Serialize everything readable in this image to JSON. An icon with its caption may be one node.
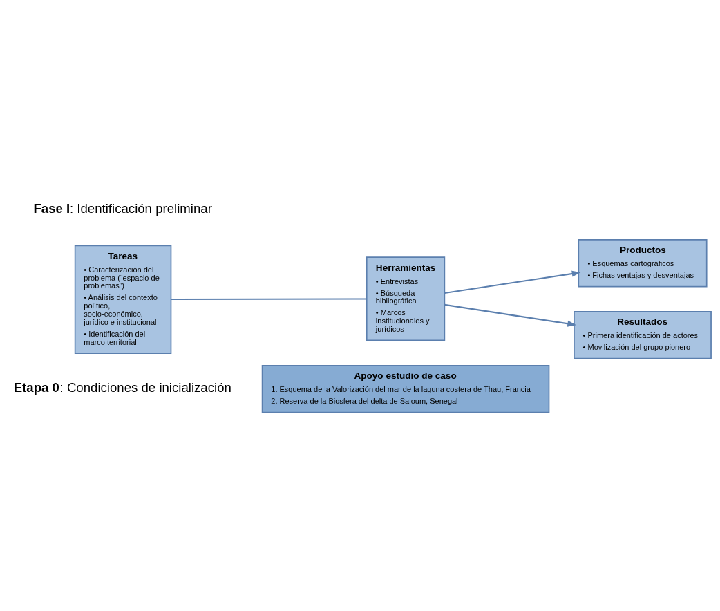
{
  "diagram": {
    "nodes": [
      {
        "text": [
          "Tareas",
          "• Caracterización del problema (“espacio de problemas”)",
          "• Análisis del contexto político, socio-económico, jurídico e institucional",
          "• Identificación del marco territorial"
        ]
      },
      {
        "text": [
          "Herramientas",
          "• Entrevistas",
          "• Búsqueda bibliográfica",
          "• Marcos institucionales y jurídicos"
        ]
      },
      {
        "text": [
          "Productos",
          "• Esquemas cartográficos",
          "• Fichas ventajas y desventajas"
        ]
      },
      {
        "text": [
          "Resultados",
          "• Primera identificación de actores",
          "• Movilización del grupo pionero"
        ]
      },
      {
        "text": [
          "Apoyo estudio de caso",
          "1. Esquema de la Valorización del mar de la laguna costera de Thau, Francia",
          "2. Reserva de la Biosfera del delta de Saloum, Senegal"
        ]
      }
    ],
    "edges": [
      {
        "from": 0,
        "to": 1,
        "arrow": "none"
      },
      {
        "from": 1,
        "to": 2,
        "arrow": "to"
      },
      {
        "from": 1,
        "to": 3,
        "arrow": "to"
      }
    ],
    "labels": [
      "**Fase I**: Identificación preliminar",
      "**Etapa 0**: Condiciones de inicialización"
    ]
  }
}
